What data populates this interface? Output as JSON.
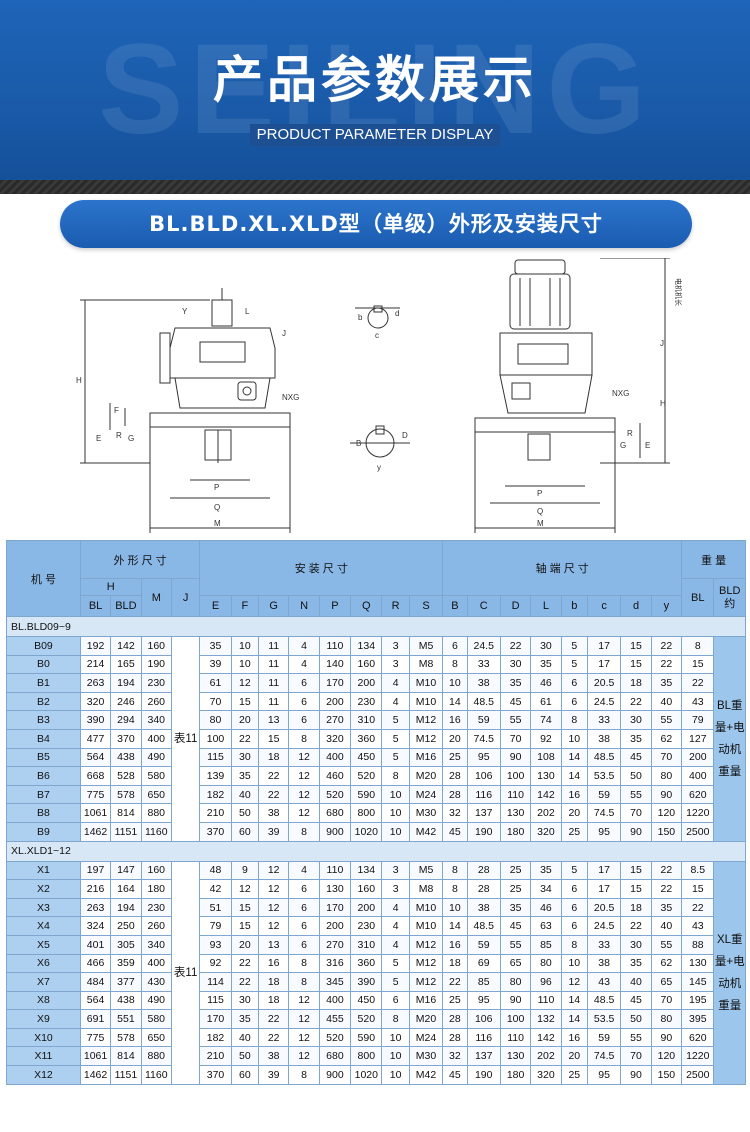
{
  "banner": {
    "ghost_text": "SEILING",
    "title": "产品参数展示",
    "subtitle": "PRODUCT PARAMETER DISPLAY"
  },
  "section_title": "BL.BLD.XL.XLD型（单级）外形及安装尺寸",
  "drawing_labels": {
    "left": [
      "H",
      "Y",
      "L",
      "J",
      "F",
      "E",
      "R",
      "G",
      "NXG",
      "P",
      "Q",
      "M"
    ],
    "center": [
      "b",
      "d",
      "c",
      "B",
      "D",
      "y"
    ],
    "right": [
      "J",
      "H",
      "NXG",
      "E",
      "R",
      "G",
      "P",
      "Q",
      "M"
    ],
    "right_vertical": "电机机长"
  },
  "table": {
    "headers": {
      "model": "机 号",
      "dims": "外 形 尺 寸",
      "install": "安 装 尺 寸",
      "shaft": "轴 端 尺 寸",
      "weight": "重 量",
      "H": "H",
      "BL": "BL",
      "BLD": "BLD",
      "M": "M",
      "J": "J",
      "install_cols": [
        "E",
        "F",
        "G",
        "N",
        "P",
        "Q",
        "R",
        "S"
      ],
      "shaft_cols": [
        "B",
        "C",
        "D",
        "L",
        "b",
        "c",
        "d",
        "y"
      ],
      "w_BL": "BL",
      "w_BLD": "BLD约"
    },
    "section1": {
      "title": "BL.BLD09~9",
      "j_note": "表11",
      "weight_note": "BL重量+电动机重量",
      "rows": [
        [
          "B09",
          "192",
          "142",
          "160",
          "35",
          "10",
          "11",
          "4",
          "110",
          "134",
          "3",
          "M5",
          "6",
          "24.5",
          "22",
          "30",
          "5",
          "17",
          "15",
          "22",
          "8"
        ],
        [
          "B0",
          "214",
          "165",
          "190",
          "39",
          "10",
          "11",
          "4",
          "140",
          "160",
          "3",
          "M8",
          "8",
          "33",
          "30",
          "35",
          "5",
          "17",
          "15",
          "22",
          "15"
        ],
        [
          "B1",
          "263",
          "194",
          "230",
          "61",
          "12",
          "11",
          "6",
          "170",
          "200",
          "4",
          "M10",
          "10",
          "38",
          "35",
          "46",
          "6",
          "20.5",
          "18",
          "35",
          "22"
        ],
        [
          "B2",
          "320",
          "246",
          "260",
          "70",
          "15",
          "11",
          "6",
          "200",
          "230",
          "4",
          "M10",
          "14",
          "48.5",
          "45",
          "61",
          "6",
          "24.5",
          "22",
          "40",
          "43"
        ],
        [
          "B3",
          "390",
          "294",
          "340",
          "80",
          "20",
          "13",
          "6",
          "270",
          "310",
          "5",
          "M12",
          "16",
          "59",
          "55",
          "74",
          "8",
          "33",
          "30",
          "55",
          "79"
        ],
        [
          "B4",
          "477",
          "370",
          "400",
          "100",
          "22",
          "15",
          "8",
          "320",
          "360",
          "5",
          "M12",
          "20",
          "74.5",
          "70",
          "92",
          "10",
          "38",
          "35",
          "62",
          "127"
        ],
        [
          "B5",
          "564",
          "438",
          "490",
          "115",
          "30",
          "18",
          "12",
          "400",
          "450",
          "5",
          "M16",
          "25",
          "95",
          "90",
          "108",
          "14",
          "48.5",
          "45",
          "70",
          "200"
        ],
        [
          "B6",
          "668",
          "528",
          "580",
          "139",
          "35",
          "22",
          "12",
          "460",
          "520",
          "8",
          "M20",
          "28",
          "106",
          "100",
          "130",
          "14",
          "53.5",
          "50",
          "80",
          "400"
        ],
        [
          "B7",
          "775",
          "578",
          "650",
          "182",
          "40",
          "22",
          "12",
          "520",
          "590",
          "10",
          "M24",
          "28",
          "116",
          "110",
          "142",
          "16",
          "59",
          "55",
          "90",
          "620"
        ],
        [
          "B8",
          "1061",
          "814",
          "880",
          "210",
          "50",
          "38",
          "12",
          "680",
          "800",
          "10",
          "M30",
          "32",
          "137",
          "130",
          "202",
          "20",
          "74.5",
          "70",
          "120",
          "1220"
        ],
        [
          "B9",
          "1462",
          "1151",
          "1160",
          "370",
          "60",
          "39",
          "8",
          "900",
          "1020",
          "10",
          "M42",
          "45",
          "190",
          "180",
          "320",
          "25",
          "95",
          "90",
          "150",
          "2500"
        ]
      ]
    },
    "section2": {
      "title": "XL.XLD1~12",
      "j_note": "表11",
      "weight_note": "XL重量+电动机重量",
      "rows": [
        [
          "X1",
          "197",
          "147",
          "160",
          "48",
          "9",
          "12",
          "4",
          "110",
          "134",
          "3",
          "M5",
          "8",
          "28",
          "25",
          "35",
          "5",
          "17",
          "15",
          "22",
          "8.5"
        ],
        [
          "X2",
          "216",
          "164",
          "180",
          "42",
          "12",
          "12",
          "6",
          "130",
          "160",
          "3",
          "M8",
          "8",
          "28",
          "25",
          "34",
          "6",
          "17",
          "15",
          "22",
          "15"
        ],
        [
          "X3",
          "263",
          "194",
          "230",
          "51",
          "15",
          "12",
          "6",
          "170",
          "200",
          "4",
          "M10",
          "10",
          "38",
          "35",
          "46",
          "6",
          "20.5",
          "18",
          "35",
          "22"
        ],
        [
          "X4",
          "324",
          "250",
          "260",
          "79",
          "15",
          "12",
          "6",
          "200",
          "230",
          "4",
          "M10",
          "14",
          "48.5",
          "45",
          "63",
          "6",
          "24.5",
          "22",
          "40",
          "43"
        ],
        [
          "X5",
          "401",
          "305",
          "340",
          "93",
          "20",
          "13",
          "6",
          "270",
          "310",
          "4",
          "M12",
          "16",
          "59",
          "55",
          "85",
          "8",
          "33",
          "30",
          "55",
          "88"
        ],
        [
          "X6",
          "466",
          "359",
          "400",
          "92",
          "22",
          "16",
          "8",
          "316",
          "360",
          "5",
          "M12",
          "18",
          "69",
          "65",
          "80",
          "10",
          "38",
          "35",
          "62",
          "130"
        ],
        [
          "X7",
          "484",
          "377",
          "430",
          "114",
          "22",
          "18",
          "8",
          "345",
          "390",
          "5",
          "M12",
          "22",
          "85",
          "80",
          "96",
          "12",
          "43",
          "40",
          "65",
          "145"
        ],
        [
          "X8",
          "564",
          "438",
          "490",
          "115",
          "30",
          "18",
          "12",
          "400",
          "450",
          "6",
          "M16",
          "25",
          "95",
          "90",
          "110",
          "14",
          "48.5",
          "45",
          "70",
          "195"
        ],
        [
          "X9",
          "691",
          "551",
          "580",
          "170",
          "35",
          "22",
          "12",
          "455",
          "520",
          "8",
          "M20",
          "28",
          "106",
          "100",
          "132",
          "14",
          "53.5",
          "50",
          "80",
          "395"
        ],
        [
          "X10",
          "775",
          "578",
          "650",
          "182",
          "40",
          "22",
          "12",
          "520",
          "590",
          "10",
          "M24",
          "28",
          "116",
          "110",
          "142",
          "16",
          "59",
          "55",
          "90",
          "620"
        ],
        [
          "X11",
          "1061",
          "814",
          "880",
          "210",
          "50",
          "38",
          "12",
          "680",
          "800",
          "10",
          "M30",
          "32",
          "137",
          "130",
          "202",
          "20",
          "74.5",
          "70",
          "120",
          "1220"
        ],
        [
          "X12",
          "1462",
          "1151",
          "1160",
          "370",
          "60",
          "39",
          "8",
          "900",
          "1020",
          "10",
          "M42",
          "45",
          "190",
          "180",
          "320",
          "25",
          "95",
          "90",
          "150",
          "2500"
        ]
      ]
    }
  }
}
